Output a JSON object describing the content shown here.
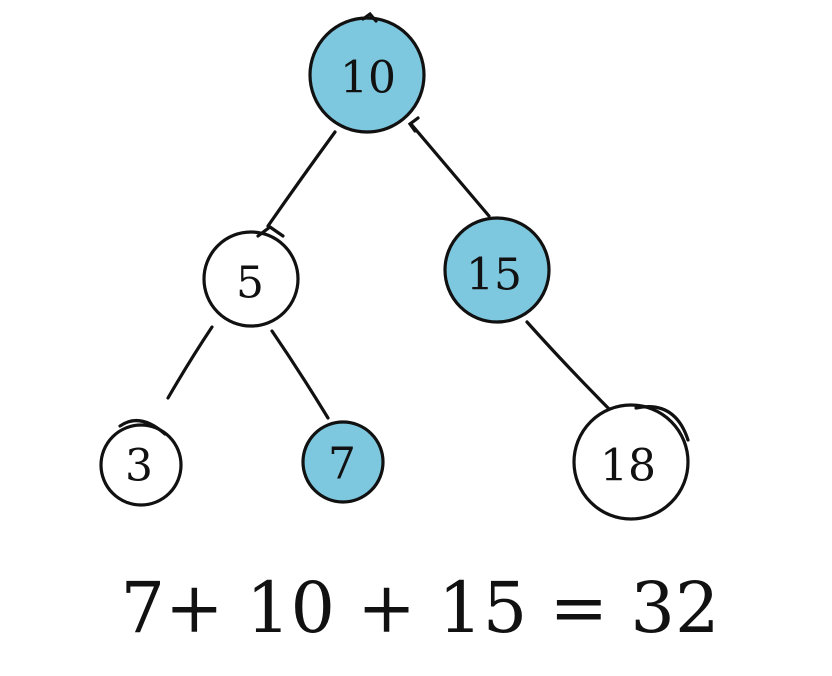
{
  "colors": {
    "highlight": "#7ec8df",
    "plain": "#ffffff",
    "ink": "#111111"
  },
  "tree": {
    "nodes": [
      {
        "id": "n10",
        "label": "10",
        "highlighted": true
      },
      {
        "id": "n5",
        "label": "5",
        "highlighted": false
      },
      {
        "id": "n15",
        "label": "15",
        "highlighted": true
      },
      {
        "id": "n3",
        "label": "3",
        "highlighted": false
      },
      {
        "id": "n7",
        "label": "7",
        "highlighted": true
      },
      {
        "id": "n18",
        "label": "18",
        "highlighted": false
      }
    ],
    "edges": [
      {
        "from": "n10",
        "to": "n5"
      },
      {
        "from": "n10",
        "to": "n15"
      },
      {
        "from": "n5",
        "to": "n3"
      },
      {
        "from": "n5",
        "to": "n7"
      },
      {
        "from": "n15",
        "to": "n18"
      }
    ]
  },
  "equation": "7+ 10 + 15 = 32"
}
